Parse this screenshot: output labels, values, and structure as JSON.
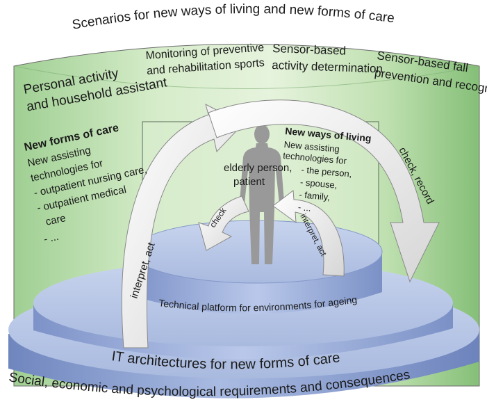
{
  "top_title": "Scenarios for new ways of living and new forms of care",
  "scenarios": {
    "personal": [
      "Personal activity",
      "and household assistant"
    ],
    "monitoring": [
      "Monitoring of preventive",
      "and rehabilitation sports"
    ],
    "sensor_activity": [
      "Sensor-based",
      "activity determination"
    ],
    "sensor_fall": [
      "Sensor-based fall",
      "prevention and recognition"
    ]
  },
  "forms_of_care": {
    "heading": "New forms of care",
    "lines": [
      "New assisting",
      "technologies for",
      "- outpatient nursing care,",
      "- outpatient medical",
      "care",
      "- ..."
    ]
  },
  "ways_of_living": {
    "heading": "New ways of living",
    "lines": [
      "New assisting",
      "technologies for",
      "- the person,",
      "- spouse,",
      "- family,",
      "- ..."
    ]
  },
  "person_label": [
    "elderly person,",
    "patient"
  ],
  "arrows": {
    "outer_left": "interpret, act",
    "outer_right": "check, record",
    "inner_left": "check",
    "inner_right": "interpret, act"
  },
  "layers": {
    "platform": "Technical platform for environments for ageing",
    "it_architectures": "IT architectures for new forms of care",
    "social": "Social, economic and psychological requirements and consequences"
  },
  "colors": {
    "green_light": "#dcefd0",
    "green_dark": "#8fc684",
    "disc_top": "#b7c6e6",
    "disc_side": "#7e93c8",
    "arrow_fill": "#f2f2f2",
    "person": "#9a9a9a"
  }
}
